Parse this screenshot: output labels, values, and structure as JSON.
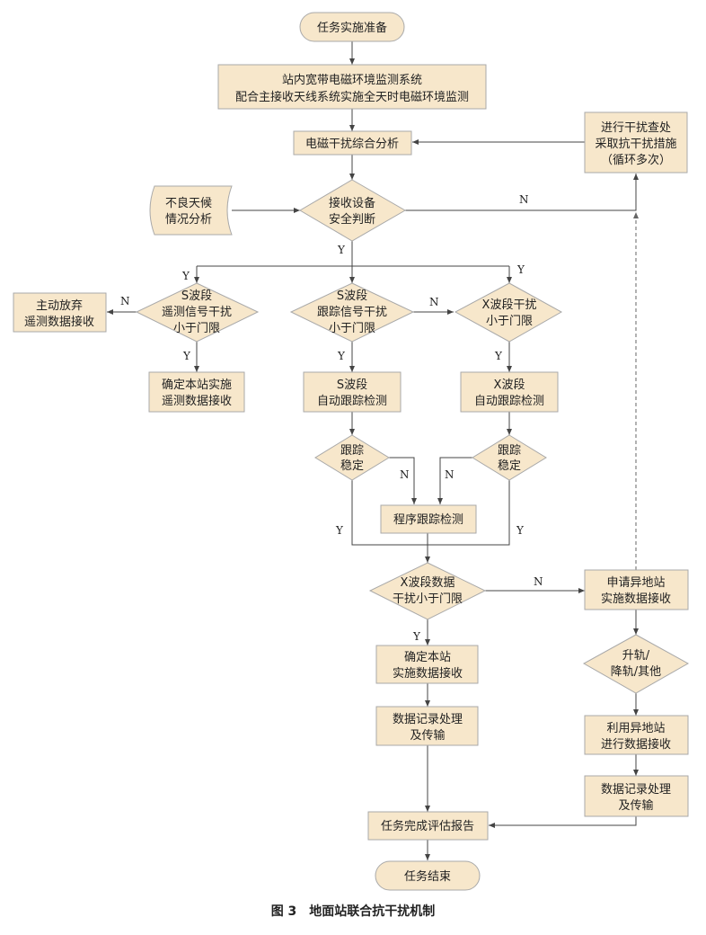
{
  "nodes": {
    "start": [
      "任务实施准备"
    ],
    "monitor": [
      "站内宽带电磁环境监测系统",
      "配合主接收天线系统实施全天时电磁环境监测"
    ],
    "analysis": [
      "电磁干扰综合分析"
    ],
    "weather": [
      "不良天候",
      "情况分析"
    ],
    "handle": [
      "进行干扰查处",
      "采取抗干扰措施",
      "（循环多次）"
    ],
    "safety": [
      "接收设备",
      "安全判断"
    ],
    "s_tm": [
      "S波段",
      "遥测信号干扰",
      "小于门限"
    ],
    "s_track": [
      "S波段",
      "跟踪信号干扰",
      "小于门限"
    ],
    "x_check": [
      "X波段干扰",
      "小于门限"
    ],
    "give_up": [
      "主动放弃",
      "遥测数据接收"
    ],
    "confirm_tm": [
      "确定本站实施",
      "遥测数据接收"
    ],
    "s_auto": [
      "S波段",
      "自动跟踪检测"
    ],
    "x_auto": [
      "X波段",
      "自动跟踪检测"
    ],
    "s_stable": [
      "跟踪",
      "稳定"
    ],
    "x_stable": [
      "跟踪",
      "稳定"
    ],
    "program": [
      "程序跟踪检测"
    ],
    "x_data": [
      "X波段数据",
      "干扰小于门限"
    ],
    "request": [
      "申请异地站",
      "实施数据接收"
    ],
    "confirm_data": [
      "确定本站",
      "实施数据接收"
    ],
    "orbit": [
      "升轨/",
      "降轨/其他"
    ],
    "record1": [
      "数据记录处理",
      "及传输"
    ],
    "remote": [
      "利用异地站",
      "进行数据接收"
    ],
    "record2": [
      "数据记录处理",
      "及传输"
    ],
    "report": [
      "任务完成评估报告"
    ],
    "end": [
      "任务结束"
    ]
  },
  "labels": {
    "yes": "Y",
    "no": "N"
  },
  "caption": "图 3　地面站联合抗干扰机制",
  "colors": {
    "fill": "#f7e7cb",
    "stroke": "#a9a9a9",
    "line": "#444444"
  }
}
